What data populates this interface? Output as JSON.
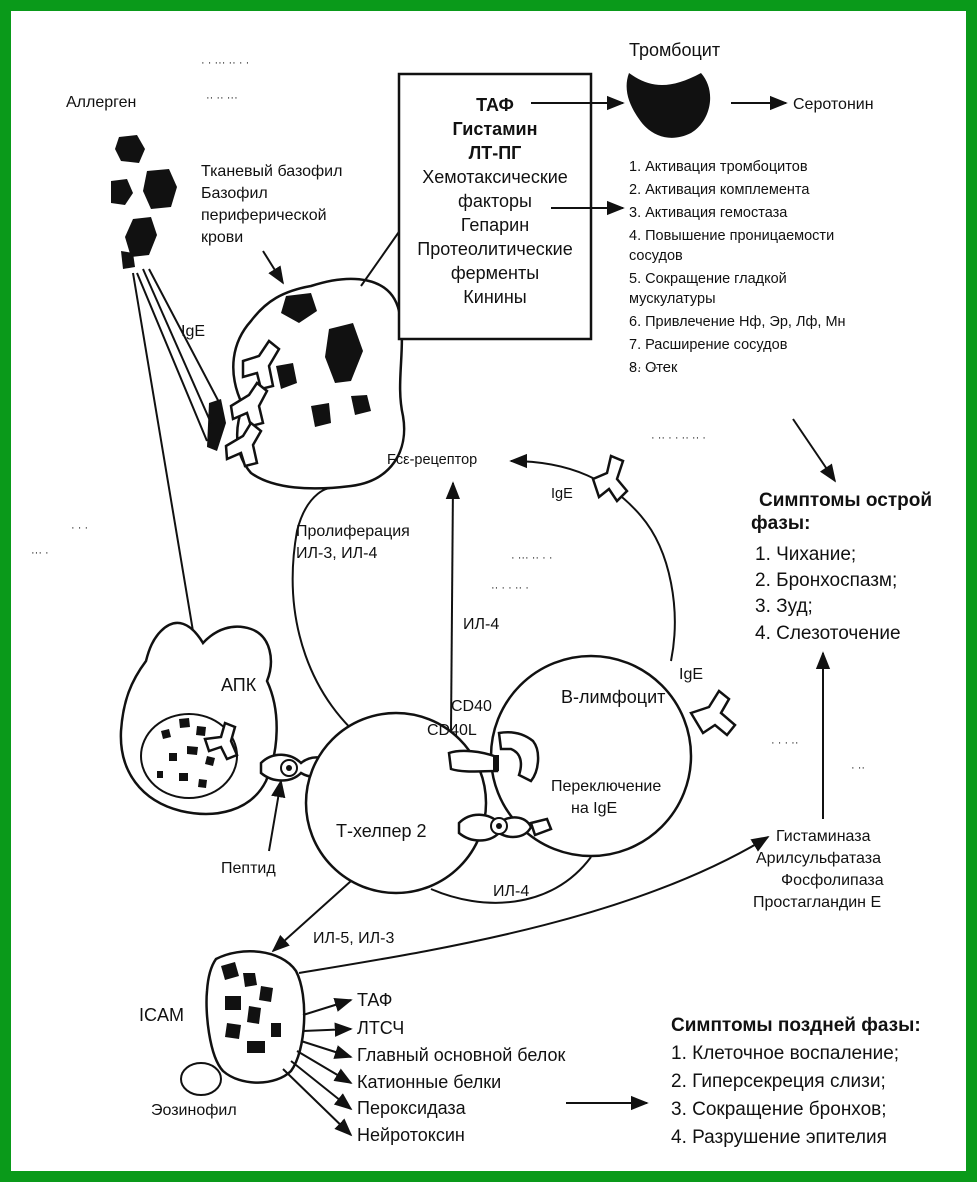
{
  "colors": {
    "background": "#0a9a1a",
    "paper": "#ffffff",
    "ink": "#111111"
  },
  "allergen": "Аллерген",
  "thrombocyte": "Тромбоцит",
  "serotonin": "Серотонин",
  "basophil": {
    "lines": [
      "Тканевый базофил",
      "Базофил",
      "периферической",
      "крови"
    ]
  },
  "ige": "IgE",
  "mediators": {
    "bold": [
      "ТАФ",
      "Гистамин",
      "ЛТ-ПГ"
    ],
    "normal": [
      "Хемотаксические",
      "факторы",
      "Гепарин",
      "Протеолитические",
      "ферменты",
      "Кинины"
    ]
  },
  "effects": [
    "1. Активация тромбоцитов",
    "2. Активация комплемента",
    "3. Активация гемостаза",
    "4. Повышение проницаемости",
    "сосудов",
    "5. Сокращение гладкой",
    "мускулатуры",
    "6. Привлечение Нф, Эр, Лф, Мн",
    "7. Расширение сосудов",
    "8. Отек"
  ],
  "fce_receptor": "Fcε-рецептор",
  "proliferation": [
    "Пролиферация",
    "ИЛ-3, ИЛ-4"
  ],
  "il4": "ИЛ-4",
  "apc": "АПК",
  "peptide": "Пептид",
  "th2": "Т-хелпер 2",
  "cd40": "CD40",
  "cd40l": "CD40L",
  "b_cell": "В-лимфоцит",
  "switch": [
    "Переключение",
    "на IgE"
  ],
  "acute_phase": {
    "title": [
      "Симптомы острой",
      "фазы:"
    ],
    "items": [
      "1.  Чихание;",
      "2.  Бронхоспазм;",
      "3.  Зуд;",
      "4.  Слезоточение"
    ]
  },
  "enzymes": [
    "Гистаминаза",
    "Арилсульфатаза",
    "Фосфолипаза",
    "Простагландин Е"
  ],
  "il5_il3": "ИЛ-5, ИЛ-3",
  "icam": "ICAM",
  "eosinophil": "Эозинофил",
  "eos_products": [
    "ТАФ",
    "ЛТСЧ",
    "Главный основной белок",
    "Катионные белки",
    "Пероксидаза",
    "Нейротоксин"
  ],
  "late_phase": {
    "title": "Симптомы поздней фазы:",
    "items": [
      "1. Клеточное воспаление;",
      "2. Гиперсекреция слизи;",
      "3. Сокращение бронхов;",
      "4. Разрушение эпителия"
    ]
  }
}
